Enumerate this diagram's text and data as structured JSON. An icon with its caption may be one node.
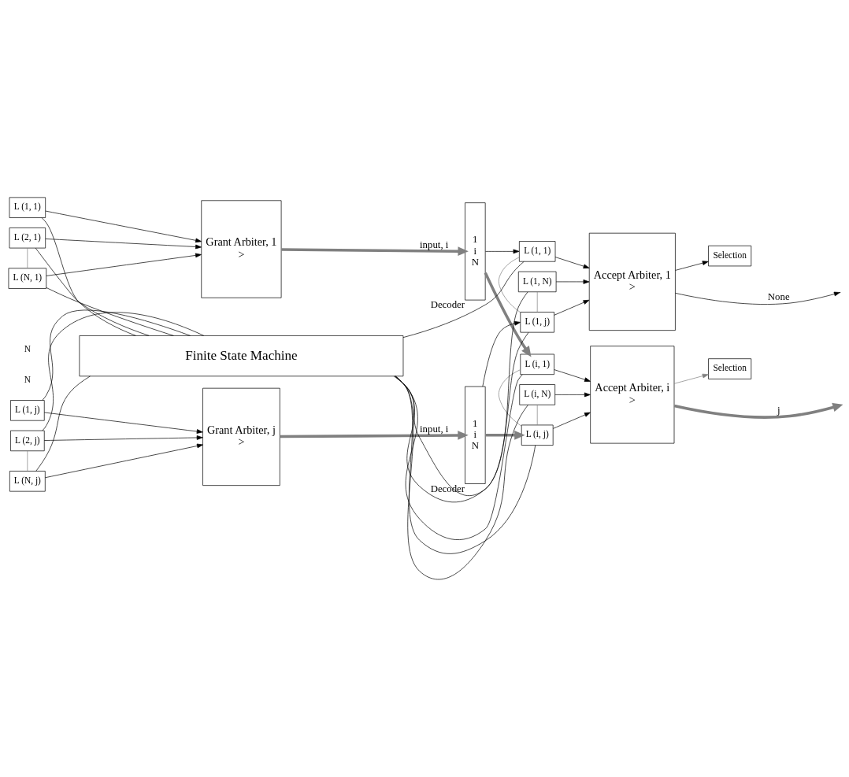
{
  "diagram": {
    "nodes": [
      {
        "text": [
          "Grant Arbiter, 1",
          ">"
        ]
      },
      {
        "text": [
          "L (1, 1)"
        ]
      },
      {
        "text": [
          "L (2, 1)"
        ]
      },
      {
        "text": [
          "L (N, 1)"
        ]
      },
      {
        "text": [
          "1",
          "i",
          "N"
        ],
        "beside": [
          "Decoder"
        ]
      },
      {
        "text": [
          "Accept Arbiter, 1",
          ">"
        ]
      },
      {
        "text": [
          "L (1, 1)"
        ]
      },
      {
        "text": [
          "L (1, j)"
        ]
      },
      {
        "text": [
          "L (1, N)"
        ]
      },
      {
        "text": [
          "Selection"
        ]
      },
      {
        "text": [
          "Grant Arbiter, j",
          ">"
        ]
      },
      {
        "text": [
          "L (1, j)"
        ]
      },
      {
        "text": [
          "L (2, j)"
        ]
      },
      {
        "text": [
          "L (N, j)"
        ]
      },
      {
        "text": [
          "1",
          "i",
          "N"
        ],
        "beside": [
          "Decoder"
        ]
      },
      {
        "text": [
          "Accept Arbiter, i",
          ">"
        ]
      },
      {
        "text": [
          "L (i, 1)"
        ]
      },
      {
        "text": [
          "L (i, j)"
        ]
      },
      {
        "text": [
          "L (i, N)"
        ]
      },
      {
        "text": [
          "Selection"
        ]
      },
      {
        "text": [
          "Finite State Machine"
        ]
      }
    ],
    "edges": [
      {
        "from": 1,
        "to": 0,
        "arrow": "to"
      },
      {
        "from": 2,
        "to": 0,
        "arrow": "to"
      },
      {
        "from": 3,
        "to": 0,
        "arrow": "to"
      },
      {
        "from": 2,
        "to": 3,
        "arrow": "none",
        "color": "#808080"
      },
      {
        "from": 0,
        "to": 4,
        "arrow": "to",
        "label": "input, i",
        "style": "thick",
        "color": "#808080"
      },
      {
        "from": 4,
        "to": 6,
        "arrow": "to"
      },
      {
        "from": 4,
        "to": 16,
        "arrow": "to",
        "style": "thick",
        "color": "#808080"
      },
      {
        "from": 6,
        "to": 5,
        "arrow": "to"
      },
      {
        "from": 7,
        "to": 5,
        "arrow": "to"
      },
      {
        "from": 8,
        "to": 5,
        "arrow": "to"
      },
      {
        "from": 6,
        "to": 7,
        "arrow": "none",
        "color": "#808080"
      },
      {
        "from": 7,
        "to": 8,
        "arrow": "none",
        "color": "#808080"
      },
      {
        "from": 5,
        "to": null,
        "arrow": "to",
        "label": "None"
      },
      {
        "from": 5,
        "to": 9,
        "arrow": "to"
      },
      {
        "from": 11,
        "to": 10,
        "arrow": "to"
      },
      {
        "from": 12,
        "to": 10,
        "arrow": "to"
      },
      {
        "from": 13,
        "to": 10,
        "arrow": "to"
      },
      {
        "from": 12,
        "to": 13,
        "arrow": "none",
        "color": "#808080"
      },
      {
        "from": 10,
        "to": 14,
        "arrow": "to",
        "label": "input, i",
        "style": "thick",
        "color": "#808080"
      },
      {
        "from": 14,
        "to": 7,
        "arrow": "to"
      },
      {
        "from": 14,
        "to": 17,
        "arrow": "to",
        "style": "thick",
        "color": "#808080"
      },
      {
        "from": 16,
        "to": 15,
        "arrow": "to"
      },
      {
        "from": 17,
        "to": 15,
        "arrow": "to"
      },
      {
        "from": 18,
        "to": 15,
        "arrow": "to"
      },
      {
        "from": 16,
        "to": 17,
        "arrow": "none",
        "color": "#808080"
      },
      {
        "from": 17,
        "to": 18,
        "arrow": "none",
        "color": "#808080"
      },
      {
        "from": 15,
        "to": null,
        "arrow": "to",
        "label": "j",
        "style": "thick",
        "color": "#808080"
      },
      {
        "from": 15,
        "to": 19,
        "arrow": "to",
        "color": "#808080"
      },
      {
        "from": 20,
        "to": 1,
        "arrow": "none"
      },
      {
        "from": 20,
        "to": 2,
        "arrow": "none"
      },
      {
        "from": 20,
        "to": 3,
        "arrow": "none"
      },
      {
        "from": 20,
        "to": 11,
        "arrow": "none"
      },
      {
        "from": 20,
        "to": 12,
        "arrow": "none"
      },
      {
        "from": 20,
        "to": 13,
        "arrow": "none"
      },
      {
        "from": 20,
        "to": 6,
        "arrow": "none"
      },
      {
        "from": 20,
        "to": 7,
        "arrow": "none"
      },
      {
        "from": 20,
        "to": 8,
        "arrow": "none"
      },
      {
        "from": 20,
        "to": 16,
        "arrow": "none"
      },
      {
        "from": 20,
        "to": 17,
        "arrow": "none"
      },
      {
        "from": 20,
        "to": 18,
        "arrow": "none"
      }
    ],
    "labels": [
      "N",
      "N"
    ]
  }
}
